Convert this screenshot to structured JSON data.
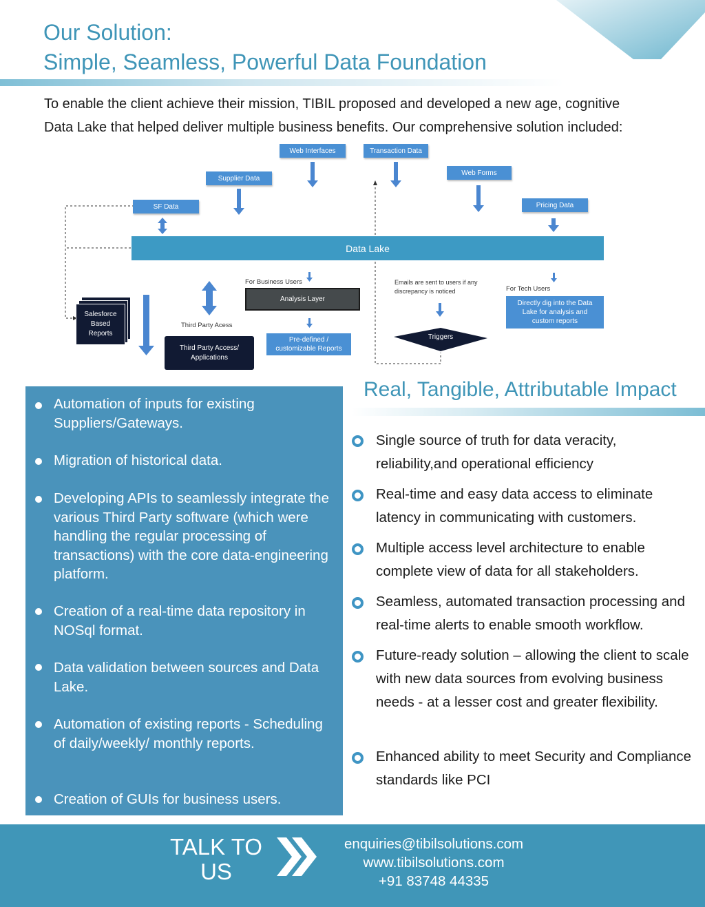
{
  "header": {
    "title_line1": "Our Solution:",
    "title_line2": "Simple, Seamless, Powerful Data Foundation",
    "intro_line1": "To enable the client achieve their mission, TIBIL proposed and developed a new age, cognitive",
    "intro_line2": "Data Lake that helped deliver multiple business benefits. Our comprehensive solution included:"
  },
  "diagram": {
    "sources": {
      "web_interfaces": "Web Interfaces",
      "transaction_data": "Transaction Data",
      "supplier_data": "Supplier Data",
      "web_forms": "Web Forms",
      "sf_data": "SF Data",
      "pricing_data": "Pricing Data"
    },
    "data_lake": "Data Lake",
    "salesforce_reports": "Salesforce Based Reports",
    "third_party_label": "Third Party Acess",
    "third_party_box": "Third Party Access/ Applications",
    "business_users_label": "For Business Users",
    "analysis_layer": "Analysis Layer",
    "predefined_reports": "Pre-defined / customizable Reports",
    "emails_note": "Emails are sent to users if any discrepancy is noticed",
    "triggers": "Triggers",
    "tech_users_label": "For Tech Users",
    "tech_users_box": "Directly dig into the Data Lake for analysis and custom reports"
  },
  "solution_items": [
    "Automation of inputs for existing Suppliers/Gateways.",
    "Migration of historical data.",
    "Developing APIs to seamlessly integrate the various Third Party software (which were handling the regular processing of transactions) with the core data-engineering platform.",
    "Creation of a real-time data repository in NOSql format.",
    "Data validation between sources and Data Lake.",
    "Automation of existing reports - Scheduling of daily/weekly/ monthly reports.",
    "Creation of GUIs for business users."
  ],
  "impact": {
    "title": "Real, Tangible, Attributable Impact",
    "items": [
      "Single source of truth for data veracity, reliability,and operational efficiency",
      "Real-time and easy data access to eliminate latency in communicating with customers.",
      "Multiple access level architecture to enable complete view of data for all stakeholders.",
      "Seamless, automated transaction processing and real-time alerts to enable smooth workflow.",
      "Future-ready solution – allowing the client to scale with new data sources from evolving business  needs - at a lesser cost and greater flexibility.",
      "Enhanced ability to meet Security and Compliance standards like PCI"
    ]
  },
  "footer": {
    "cta": "TALK TO US",
    "email": "enquiries@tibilsolutions.com",
    "website": "www.tibilsolutions.com",
    "phone": "+91 83748 44335"
  },
  "colors": {
    "accent": "#3f95b7",
    "panel": "#4a93bb",
    "footer": "#4096b8",
    "diagram_blue": "#4a90d4",
    "diagram_dark": "#111a33"
  }
}
